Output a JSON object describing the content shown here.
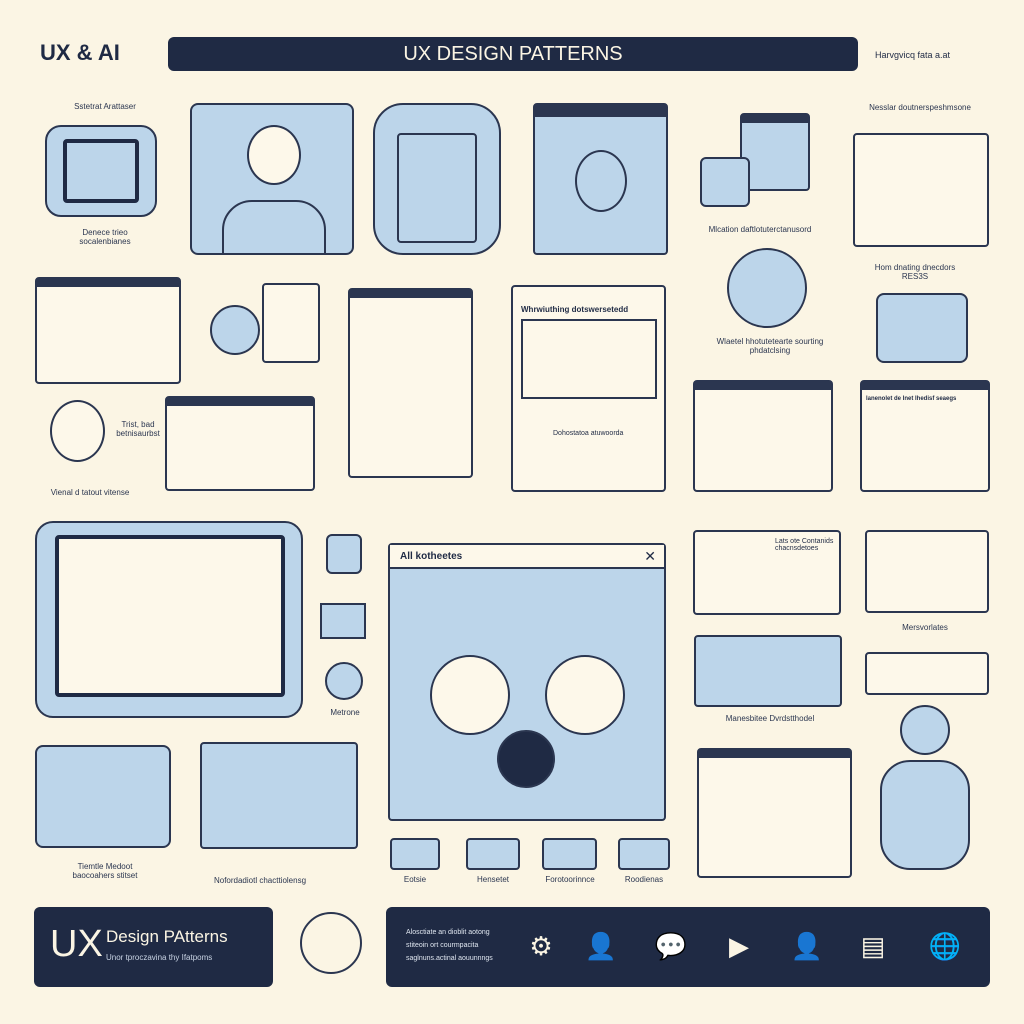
{
  "header": {
    "brand": "UX & AI",
    "title": "UX DESIGN PATTERNS",
    "right_label": "Harvgvicq fata a.at"
  },
  "labels": {
    "l1": "Sstetrat Arattaser",
    "l2": "Denece trieo\nsocalenbianes",
    "l3": "Mlcation daftlotuterctanusord",
    "l4": "Nesslar doutnerspeshmsone",
    "l5": "Hom dnating dnecdors\nRES3S",
    "l6": "Wlaetel hhotutetearte sourting\nphdatclsing",
    "l7": "Trist, bad\nbetnisaurbst",
    "l8": "Vienal d tatout vitense",
    "l9": "Metrone",
    "l10": "Mersvorlates",
    "l11": "Manesbitee Dvrdstthodel",
    "l12": "Tiemtle Medoot\nbaocoahers stitset",
    "l13": "Nofordadiotl chacttiolensg",
    "chart_title": "Whrwiuthing dotswersetedd",
    "chart_caption": "Dohostatoa atuwoorda",
    "center_window_title": "All kotheetes",
    "list_title": "lanenolet de Inet Ihedisf seaegs",
    "msg_title": "Lats ote Contanids\nchacnsdetoes",
    "bottom_items": [
      "Eotsie",
      "Hensetet",
      "Forotoorinnce",
      "Roodienas"
    ]
  },
  "footer": {
    "brand_big": "UX",
    "brand_title": "Design PAtterns",
    "brand_sub": "Unor tproczavina thy Ifatpoms",
    "desc": [
      "Alosctiate an dioblit aotong",
      "stiteoin ort courmpacita",
      "saglnuns.actinal aouunnngs"
    ],
    "icons": [
      "gear-globe-icon",
      "user-icon",
      "chat-chart-icon",
      "chat-play-icon",
      "user-icon",
      "easel-icon",
      "globe-icon"
    ]
  },
  "colors": {
    "background": "#fbf5e4",
    "navy": "#1f2a44",
    "light_blue": "#bcd5ea"
  }
}
